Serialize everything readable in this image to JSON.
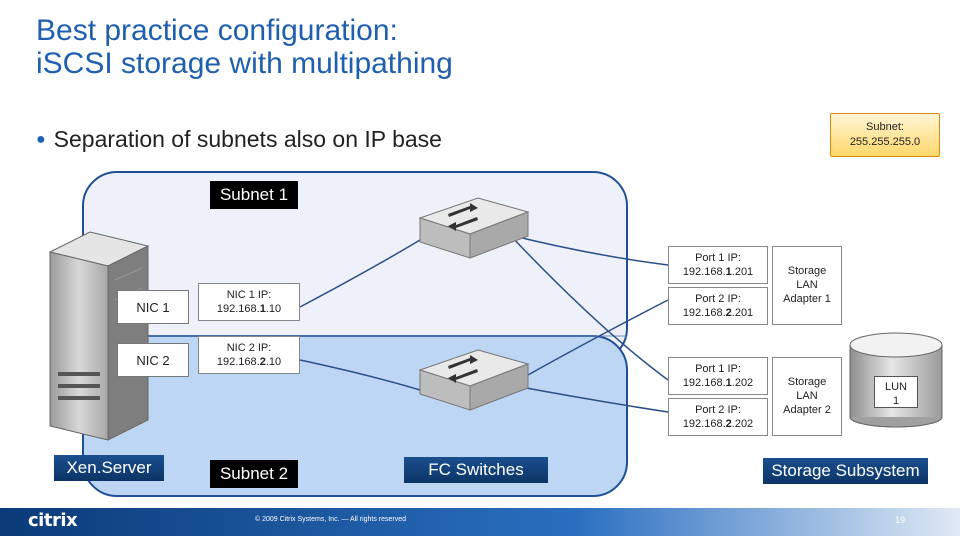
{
  "slide": {
    "title_line1": "Best practice configuration:",
    "title_line2": "iSCSI storage with multipathing",
    "bullet": "Separation of subnets also on IP base",
    "subnet_mask": "Subnet:\n255.255.255.0"
  },
  "labels": {
    "subnet1": "Subnet 1",
    "subnet2": "Subnet 2",
    "xenserver": "Xen.Server",
    "fc_switches": "FC Switches",
    "storage_subsystem": "Storage Subsystem"
  },
  "nics": [
    {
      "label": "NIC 1",
      "ip_prefix": "NIC 1 IP:\n192.168.",
      "ip_bold": "1",
      "ip_suffix": ".10"
    },
    {
      "label": "NIC 2",
      "ip_prefix": "NIC 2 IP:\n192.168.",
      "ip_bold": "2",
      "ip_suffix": ".10"
    }
  ],
  "ports": [
    {
      "prefix": "Port 1 IP:\n192.168.",
      "bold": "1",
      "suffix": ".201"
    },
    {
      "prefix": "Port 2 IP:\n192.168.",
      "bold": "2",
      "suffix": ".201"
    },
    {
      "prefix": "Port 1 IP:\n192.168.",
      "bold": "1",
      "suffix": ".202"
    },
    {
      "prefix": "Port 2 IP:\n192.168.",
      "bold": "2",
      "suffix": ".202"
    }
  ],
  "adapters": [
    "Storage\nLAN\nAdapter 1",
    "Storage\nLAN\nAdapter 2"
  ],
  "lun": "LUN\n1",
  "footer": {
    "logo": "citrix",
    "copyright": "© 2009 Citrix Systems, Inc. — All rights reserved",
    "page": "19"
  },
  "colors": {
    "title": "#1f5fb0",
    "subnet1_fill": "#eef1fa",
    "subnet2_fill": "#bcd6f3",
    "region_border": "#1f4f95",
    "footer": "#0b3b78"
  }
}
